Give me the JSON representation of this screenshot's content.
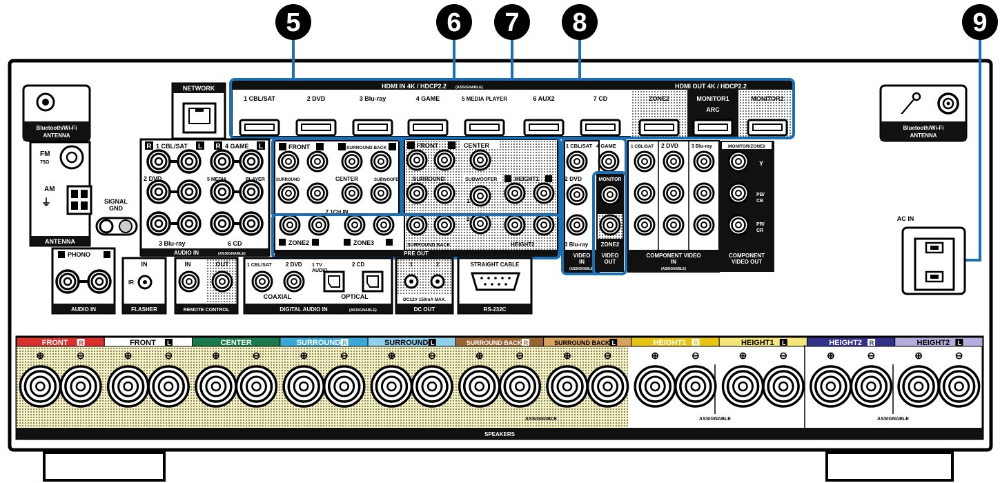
{
  "callouts": [
    "5",
    "6",
    "7",
    "8",
    "9"
  ],
  "antenna_left": {
    "line1": "Bluetooth/Wi-Fi",
    "line2": "ANTENNA"
  },
  "antenna_right": {
    "line1": "Bluetooth/Wi-Fi",
    "line2": "ANTENNA"
  },
  "antenna": {
    "fm": "FM",
    "fm_ohm": "75Ω",
    "am": "AM",
    "title": "ANTENNA",
    "signal_gnd_1": "SIGNAL",
    "signal_gnd_2": "GND"
  },
  "network": "NETWORK",
  "hdmi_in": {
    "title": "HDMI IN  4K / HDCP2.2",
    "assignable": "(ASSIGNABLE)",
    "ports": [
      "1 CBL/SAT",
      "2 DVD",
      "3 Blu-ray",
      "4 GAME",
      "5 MEDIA PLAYER",
      "6 AUX2",
      "7 CD"
    ]
  },
  "hdmi_out": {
    "title": "HDMI OUT  4K / HDCP2.2",
    "ports": [
      "ZONE2",
      "MONITOR1",
      "MONITOR2"
    ],
    "arc": "ARC"
  },
  "audio_in": {
    "r": "R",
    "l": "L",
    "labels": [
      "1 CBL/SAT",
      "4 GAME",
      "2 DVD",
      "5 MEDIA",
      "PLAYER",
      "3 Blu-ray",
      "6 CD"
    ],
    "title": "AUDIO IN",
    "assignable": "(ASSIGNABLE)"
  },
  "ch71_in": {
    "front": "FRONT",
    "surround_back": "SURROUND BACK",
    "surround": "SURROUND",
    "center": "CENTER",
    "subwoofer": "SUBWOOFER",
    "title": "7.1CH IN"
  },
  "pre_out": {
    "front": "FRONT",
    "center": "CENTER",
    "surround": "SURROUND",
    "subwoofer": "SUBWOOFER",
    "height1": "HEIGHT1",
    "surround_back": "SURROUND BACK",
    "height2": "HEIGHT2",
    "zone2": "ZONE2",
    "zone3": "ZONE3",
    "title": "PRE OUT",
    "n1": "1",
    "n2": "2"
  },
  "video_in": {
    "labels": [
      "1 CBL/SAT",
      "4 GAME",
      "2 DVD",
      "3 Blu-ray"
    ],
    "title1": "VIDEO",
    "title2": "IN",
    "assignable": "(ASSIGNABLE)"
  },
  "video_out": {
    "monitor": "MONITOR",
    "zone2": "ZONE2",
    "title1": "VIDEO",
    "title2": "OUT"
  },
  "component_in": {
    "labels": [
      "1 CBL/SAT",
      "2 DVD",
      "3 Blu-ray"
    ],
    "title1": "COMPONENT VIDEO",
    "title2": "IN",
    "assignable": "(ASSIGNABLE)"
  },
  "component_out": {
    "header": "MONITOR/ZONE2",
    "y": "Y",
    "pb": "PB/",
    "cb": "CB",
    "pr": "PR/",
    "cr": "CR",
    "title1": "COMPONENT",
    "title2": "VIDEO OUT"
  },
  "phono": {
    "label": "PHONO",
    "title": "AUDIO IN"
  },
  "flasher": {
    "in": "IN",
    "ir": "IR",
    "title": "FLASHER"
  },
  "remote": {
    "in": "IN",
    "out": "OUT",
    "title": "REMOTE CONTROL"
  },
  "digital_in": {
    "p1": "1 CBL/SAT",
    "p2": "2 DVD",
    "p3a": "1 TV",
    "p3b": "AUDIO",
    "p4": "2 CD",
    "coaxial": "COAXIAL",
    "optical": "OPTICAL",
    "title": "DIGITAL AUDIO IN",
    "assignable": "(ASSIGNABLE)"
  },
  "dc_out": {
    "p1": "1",
    "p2": "2",
    "spec": "DC12V 150mA MAX.",
    "title": "DC OUT"
  },
  "rs232c": {
    "cable": "STRAIGHT CABLE",
    "title": "RS-232C"
  },
  "ac_in": "AC IN",
  "speakers": {
    "title": "SPEAKERS",
    "assignable": "ASSIGNABLE",
    "plus": "⊕",
    "minus": "⊖",
    "channels": [
      {
        "label": "FRONT",
        "side": "R",
        "color": "#d8312e"
      },
      {
        "label": "FRONT",
        "side": "L",
        "color": "#ffffff"
      },
      {
        "label": "CENTER",
        "side": "",
        "color": "#1a7a4a"
      },
      {
        "label": "SURROUND",
        "side": "R",
        "color": "#3aa8d8"
      },
      {
        "label": "SURROUND",
        "side": "L",
        "color": "#8fd0ec"
      },
      {
        "label": "SURROUND BACK",
        "side": "R",
        "color": "#9a6432"
      },
      {
        "label": "SURROUND BACK",
        "side": "L",
        "color": "#d8a35c"
      },
      {
        "label": "HEIGHT1",
        "side": "R",
        "color": "#e8c416"
      },
      {
        "label": "HEIGHT1",
        "side": "L",
        "color": "#f5e67a"
      },
      {
        "label": "HEIGHT2",
        "side": "R",
        "color": "#33318a"
      },
      {
        "label": "HEIGHT2",
        "side": "L",
        "color": "#b5aedc"
      }
    ]
  },
  "colors": {
    "accent": "#1a6fb5",
    "panel": "#111111"
  }
}
